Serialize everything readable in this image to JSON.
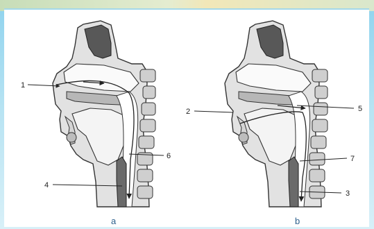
{
  "diagram": {
    "panel_a": {
      "label": "a",
      "callouts": [
        "1",
        "6",
        "4"
      ]
    },
    "panel_b": {
      "label": "b",
      "callouts": [
        "2",
        "5",
        "7",
        "3"
      ]
    }
  },
  "colors": {
    "background": "#b9e4f3",
    "sinus": "#5a5a5a",
    "outline": "#333333",
    "tissue": "#c9c9c9",
    "label_blue": "#2c5f8c"
  }
}
